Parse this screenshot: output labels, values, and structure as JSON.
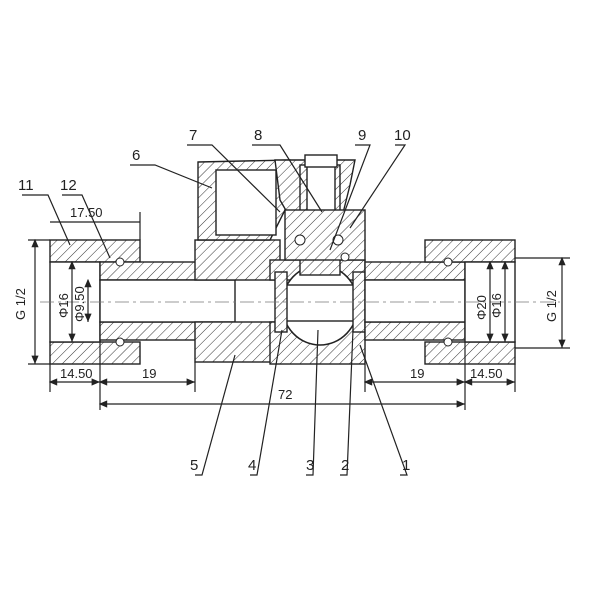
{
  "part_labels": {
    "p1": "1",
    "p2": "2",
    "p3": "3",
    "p4": "4",
    "p5": "5",
    "p6": "6",
    "p7": "7",
    "p8": "8",
    "p9": "9",
    "p10": "10",
    "p11": "11",
    "p12": "12"
  },
  "dimensions": {
    "top_length": "17.50",
    "left_thread": "G 1/2",
    "right_thread": "G 1/2",
    "left_outer_dia": "Φ16",
    "left_inner_dia": "Φ9.50",
    "right_outer_dia": "Φ20",
    "right_inner_dia": "Φ16",
    "left_end": "14.50",
    "left_mid": "19",
    "right_mid": "19",
    "right_end": "14.50",
    "overall": "72"
  }
}
